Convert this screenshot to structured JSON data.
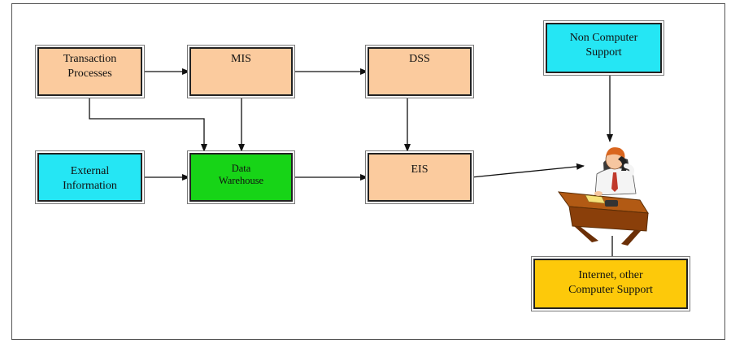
{
  "diagram": {
    "nodes": {
      "transaction": "Transaction\nProcesses",
      "mis": "MIS",
      "dss": "DSS",
      "external": "External\nInformation",
      "warehouse": "Data\nWarehouse",
      "eis": "EIS",
      "non_computer": "Non Computer\nSupport",
      "internet": "Internet, other\nComputer Support"
    },
    "colors": {
      "processing": "#fbcb9e",
      "external_source": "#25e6f4",
      "warehouse": "#17d417",
      "computer_support": "#fdc90a",
      "line": "#111111"
    },
    "edges": [
      {
        "from": "transaction",
        "to": "mis"
      },
      {
        "from": "mis",
        "to": "dss"
      },
      {
        "from": "transaction",
        "to": "warehouse"
      },
      {
        "from": "mis",
        "to": "warehouse"
      },
      {
        "from": "dss",
        "to": "eis"
      },
      {
        "from": "external",
        "to": "warehouse"
      },
      {
        "from": "warehouse",
        "to": "eis"
      },
      {
        "from": "eis",
        "to": "manager"
      },
      {
        "from": "non_computer",
        "to": "manager"
      },
      {
        "from": "internet",
        "to": "manager"
      }
    ],
    "figure": "executive-at-desk-on-phone"
  }
}
